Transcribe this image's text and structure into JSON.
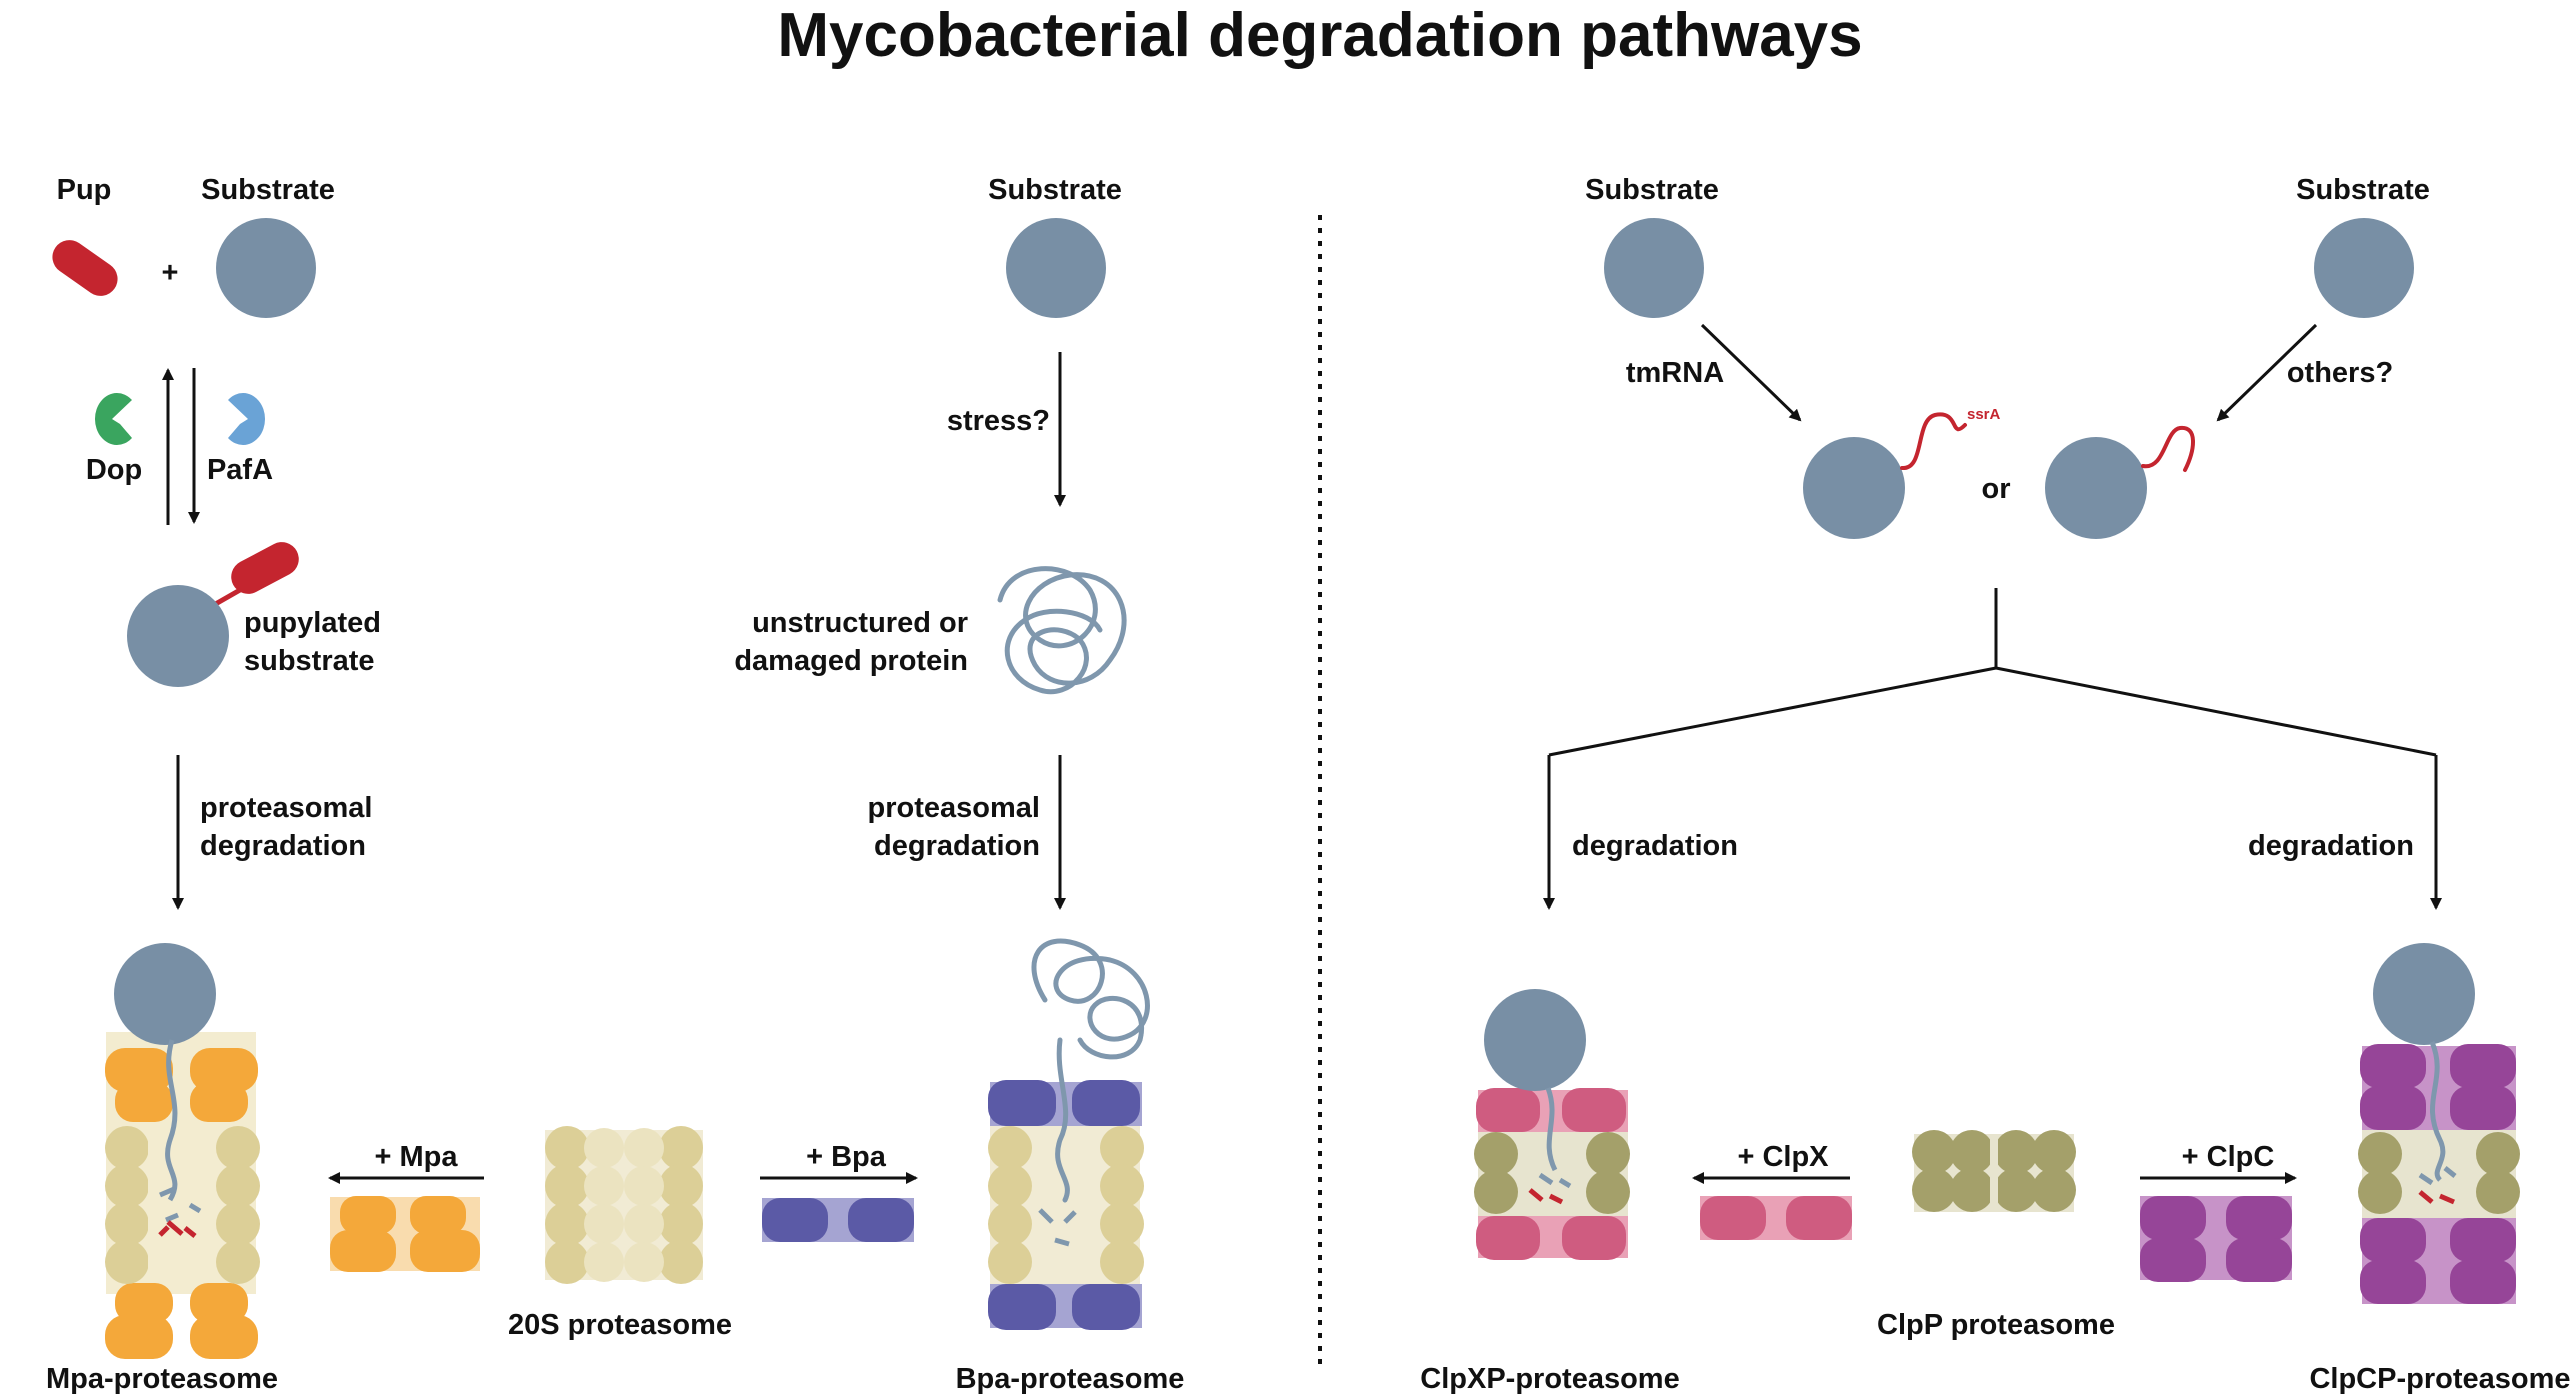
{
  "title": "Mycobacterial degradation pathways",
  "colors": {
    "substrate": "#788fa5",
    "pup": "#c4252f",
    "dop": "#3aa55f",
    "pafa": "#6aa3d6",
    "mpa": "#f4a83a",
    "bpa": "#5b5aa6",
    "proteasome_20s": "#dccf97",
    "clpp": "#a4a06a",
    "clpx": "#cf5c80",
    "clpc": "#964598",
    "chain": "#7f97ad"
  },
  "labels": {
    "pup": "Pup",
    "substrate_1": "Substrate",
    "plus": "+",
    "dop": "Dop",
    "pafa": "PafA",
    "pupylated_1": "pupylated",
    "pupylated_2": "substrate",
    "proteasomal_1": "proteasomal",
    "degradation_1": "degradation",
    "substrate_2": "Substrate",
    "stress": "stress?",
    "unstructured_1": "unstructured or",
    "unstructured_2": "damaged protein",
    "proteasomal_2": "proteasomal",
    "degradation_2": "degradation",
    "substrate_3": "Substrate",
    "substrate_4": "Substrate",
    "tmrna": "tmRNA",
    "others": "others?",
    "ssra": "ssrA",
    "or": "or",
    "degradation_3": "degradation",
    "degradation_4": "degradation",
    "plus_mpa": "+ Mpa",
    "plus_bpa": "+ Bpa",
    "plus_clpx": "+ ClpX",
    "plus_clpc": "+ ClpC",
    "proteasome_20s": "20S proteasome",
    "clpp_proteasome": "ClpP proteasome",
    "mpa_proteasome": "Mpa-proteasome",
    "bpa_proteasome": "Bpa-proteasome",
    "clpxp_proteasome": "ClpXP-proteasome",
    "clpcp_proteasome": "ClpCP-proteasome"
  }
}
